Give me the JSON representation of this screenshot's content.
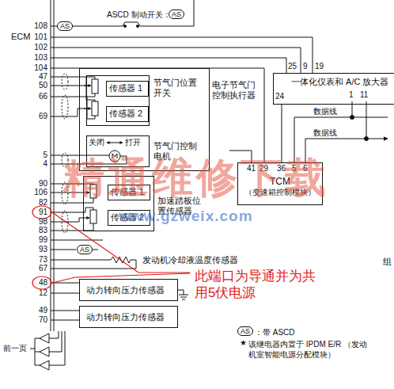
{
  "diagram": {
    "nodes": [
      {
        "text": [
          "电子节气门控制执行器"
        ]
      },
      {
        "text": [
          "节气门位置开关"
        ],
        "in": 0
      },
      {
        "text": [
          "传感器 1"
        ],
        "in": 1
      },
      {
        "text": [
          "传感器 2"
        ],
        "in": 1
      },
      {
        "text": [
          "节气门控制电机"
        ],
        "in": 0
      },
      {
        "text": [
          "加速踏板位置传感器"
        ]
      },
      {
        "text": [
          "传感器 1"
        ],
        "in": 5
      },
      {
        "text": [
          "传感器 2"
        ],
        "in": 5
      },
      {
        "text": [
          "TCM",
          "（变速箱控制模块）"
        ]
      },
      {
        "text": [
          "一体化仪表和 A/C 放大器"
        ]
      },
      {
        "text": [
          "动力转向压力传感器"
        ]
      },
      {
        "text": [
          "动力转向压力传感器"
        ]
      }
    ],
    "edges": [
      {
        "from": 8,
        "to": 9,
        "label": "数据线",
        "arrow": "none"
      },
      {
        "from": 8,
        "to": 9,
        "label": "数据线",
        "arrow": "none"
      }
    ],
    "labels": [
      "ASCD 制动开关：",
      "AS",
      "ECM",
      "108",
      "AS",
      "101",
      "102",
      "103",
      "104",
      "25",
      "9",
      "19",
      "24",
      "1",
      "11",
      "47",
      "50",
      "66",
      "69",
      "关闭",
      "打开",
      "5",
      "4",
      "41",
      "29",
      "36",
      "5",
      "6",
      "90",
      "106",
      "82",
      "91",
      "98",
      "83",
      "99",
      "93",
      "AS",
      "73",
      "67",
      "发动机冷却液温度传感器",
      "48",
      "12",
      "49",
      "70",
      "此端口为导通并为共用5伏电源",
      "前一页",
      "AS",
      "★",
      "组",
      "精通维修下载",
      "www.gzweix.com"
    ],
    "legend": [
      {
        "text": "：带 ASCD"
      },
      {
        "text": "该继电器内置于 IPDM E/R （发动机室智能电源分配模块）"
      }
    ]
  }
}
